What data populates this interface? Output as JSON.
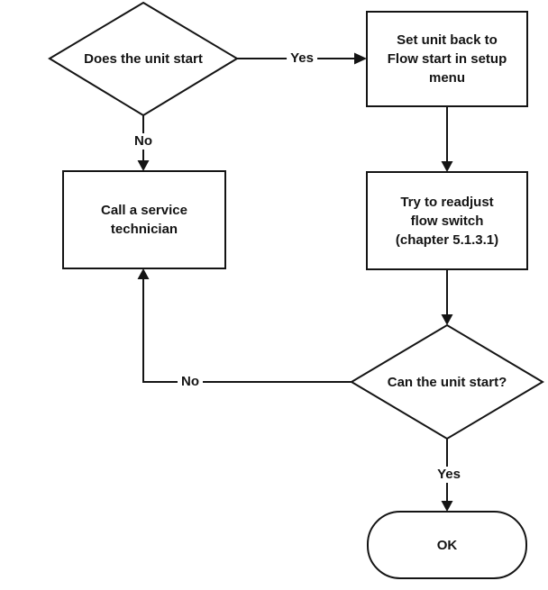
{
  "colors": {
    "background": "#ffffff",
    "stroke": "#141414",
    "text": "#141414"
  },
  "diagram": {
    "type": "flowchart",
    "nodes": {
      "does_unit_start": {
        "shape": "decision",
        "label": "Does the unit start"
      },
      "set_unit_back": {
        "shape": "process",
        "label": "Set unit back to\nFlow start in setup\nmenu"
      },
      "call_technician": {
        "shape": "process",
        "label": "Call a service\ntechnician"
      },
      "readjust_flow_switch": {
        "shape": "process",
        "label": "Try to readjust\nflow switch\n(chapter 5.1.3.1)"
      },
      "can_unit_start": {
        "shape": "decision",
        "label": "Can the unit start?"
      },
      "ok": {
        "shape": "terminator",
        "label": "OK"
      }
    },
    "edge_labels": {
      "does_unit_start_yes": "Yes",
      "does_unit_start_no": "No",
      "can_unit_start_no": "No",
      "can_unit_start_yes": "Yes"
    }
  }
}
